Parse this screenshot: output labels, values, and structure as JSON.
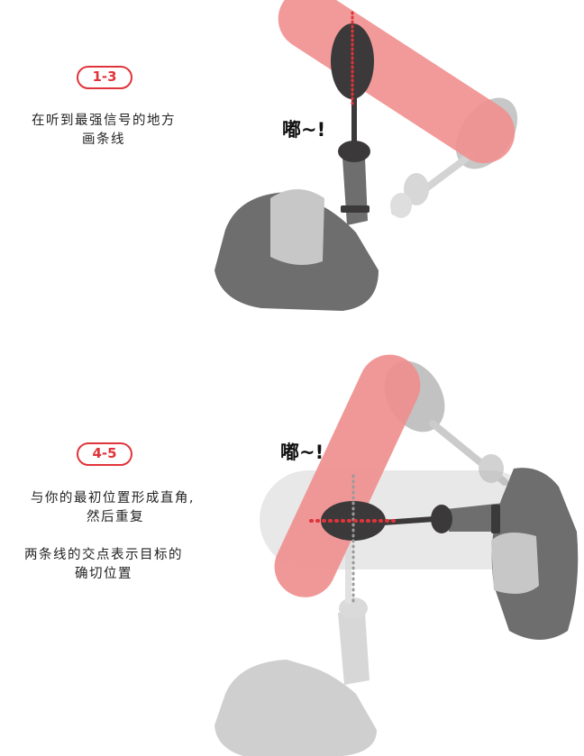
{
  "step_top": {
    "badge": "1-3",
    "caption_lines": [
      "在听到最强信号的地方",
      "画条线"
    ],
    "sound": "嘟~!"
  },
  "step_bottom": {
    "badge": "4-5",
    "caption_1_lines": [
      "与你的最初位置形成直角,",
      "然后重复"
    ],
    "caption_2_lines": [
      "两条线的交点表示目标的",
      "确切位置"
    ],
    "sound": "嘟~!"
  },
  "colors": {
    "accent": "#e0343a",
    "sweep_band": "#ef8f8e",
    "body_dark": "#6e6e6e",
    "body_light": "#cfcfcf",
    "coil": "#3b3939"
  }
}
